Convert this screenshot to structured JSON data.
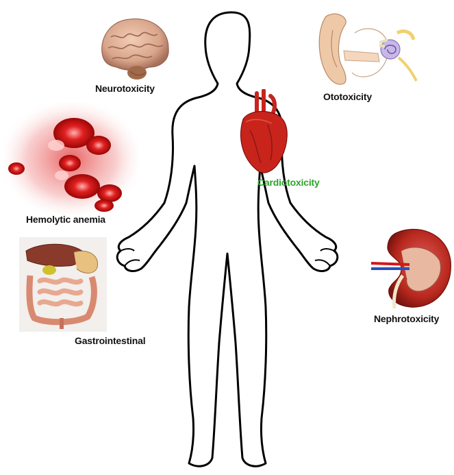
{
  "labels": {
    "neurotoxicity": "Neurotoxicity",
    "ototoxicity": "Ototoxicity",
    "cardiotoxicity": "Cardiotoxicity",
    "hemolytic_anemia": "Hemolytic anemia",
    "nephrotoxicity": "Nephrotoxicity",
    "gastrointestinal": "Gastrointestinal"
  },
  "colors": {
    "outline": "#000000",
    "text": "#111111",
    "cardio_label": "#2aa52a",
    "heart": "#c8241c",
    "blood": "#d10a0a",
    "brain": "#d8a58a",
    "kidney": "#b8281e",
    "ear": "#eec9a8"
  },
  "icons": [
    "brain-icon",
    "ear-icon",
    "heart-icon",
    "blood-cells-icon",
    "kidney-icon",
    "digestive-system-icon"
  ]
}
